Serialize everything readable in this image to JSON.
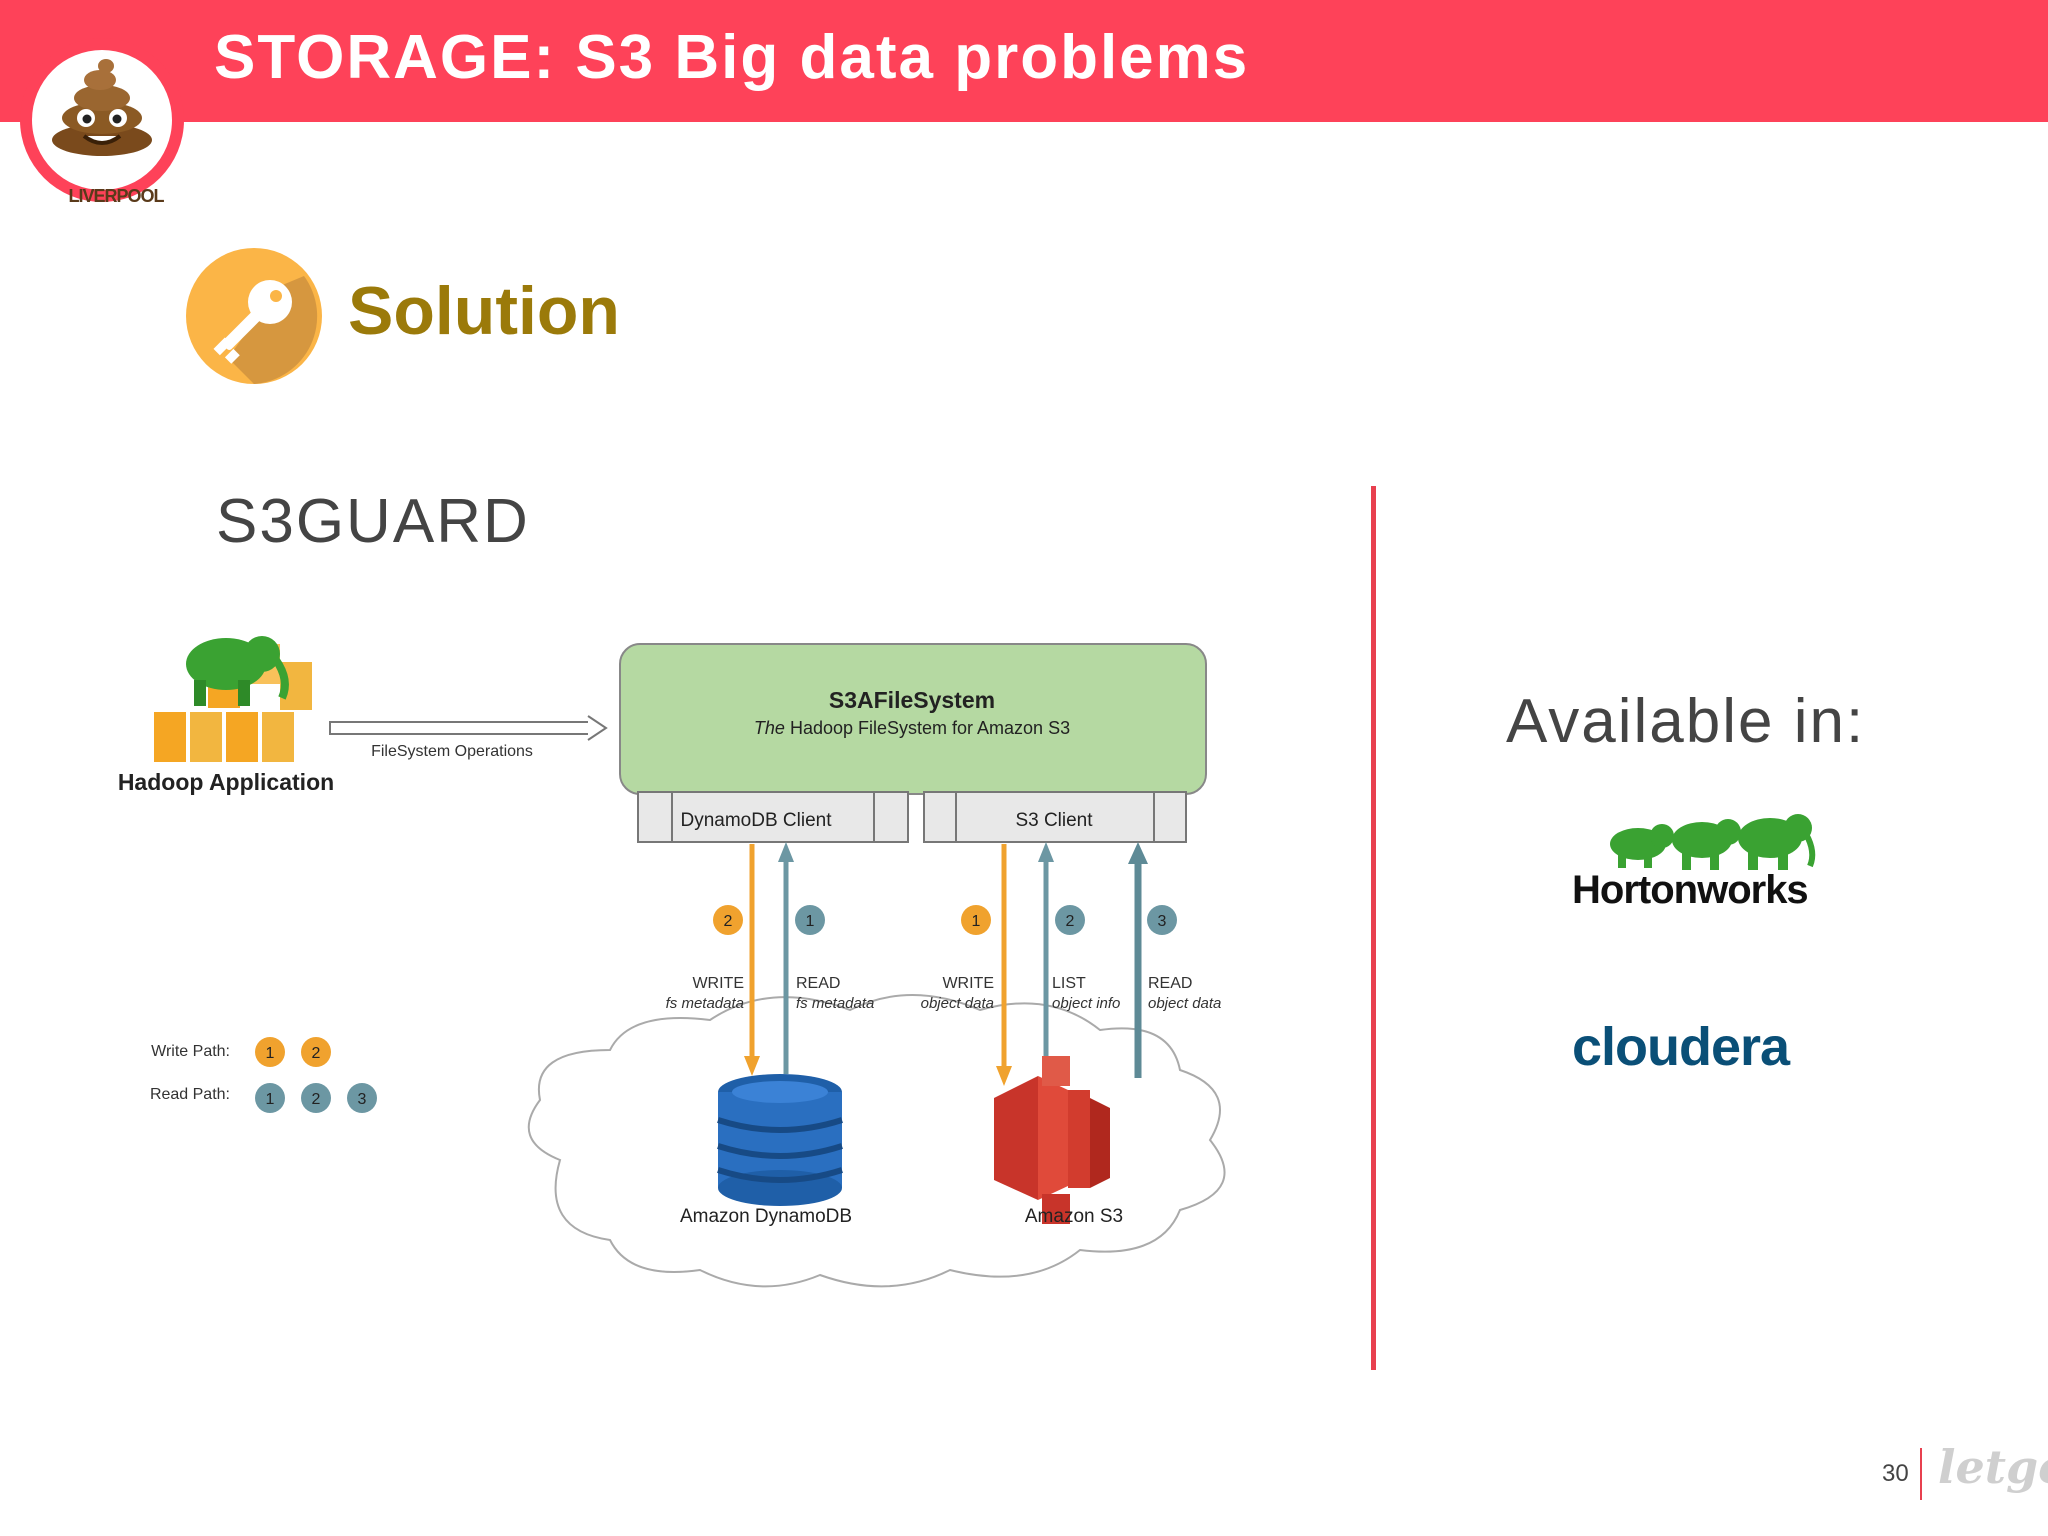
{
  "header": {
    "title": "STORAGE: S3 Big data problems",
    "logo_text": "LIVERPOOL"
  },
  "solution": {
    "title": "Solution"
  },
  "section": {
    "title": "S3GUARD"
  },
  "diagram": {
    "app_label": "Hadoop Application",
    "fs_ops_label": "FileSystem Operations",
    "s3a_title": "S3AFileSystem",
    "s3a_sub_italic": "The",
    "s3a_sub_rest": "Hadoop FileSystem for Amazon S3",
    "dynamo_client": "DynamoDB Client",
    "s3_client": "S3 Client",
    "flows": [
      {
        "num": "2",
        "op": "WRITE",
        "obj": "fs metadata",
        "path": "write"
      },
      {
        "num": "1",
        "op": "READ",
        "obj": "fs metadata",
        "path": "read"
      },
      {
        "num": "1",
        "op": "WRITE",
        "obj": "object data",
        "path": "write"
      },
      {
        "num": "2",
        "op": "LIST",
        "obj": "object info",
        "path": "read"
      },
      {
        "num": "3",
        "op": "READ",
        "obj": "object data",
        "path": "read"
      }
    ],
    "dynamodb_label": "Amazon DynamoDB",
    "s3_label": "Amazon S3",
    "legend": {
      "write_label": "Write Path:",
      "write_nums": [
        "1",
        "2"
      ],
      "read_label": "Read Path:",
      "read_nums": [
        "1",
        "2",
        "3"
      ]
    },
    "colors": {
      "write": "#f0a22e",
      "read": "#6c97a3",
      "green_box": "#b5d9a2"
    }
  },
  "available": {
    "title": "Available in:",
    "vendors": [
      "Hortonworks",
      "cloudera"
    ]
  },
  "footer": {
    "page": "30",
    "brand": "letgo"
  },
  "theme": {
    "accent": "#fe4259",
    "gold": "#9b7a0a"
  }
}
